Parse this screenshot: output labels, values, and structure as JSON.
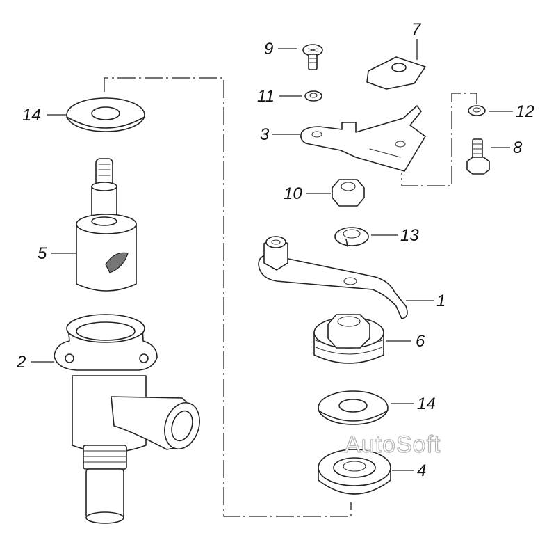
{
  "watermark": "AutoSoft",
  "callouts": [
    {
      "id": "c14a",
      "label": "14"
    },
    {
      "id": "c5",
      "label": "5"
    },
    {
      "id": "c2",
      "label": "2"
    },
    {
      "id": "c9",
      "label": "9"
    },
    {
      "id": "c7",
      "label": "7"
    },
    {
      "id": "c11",
      "label": "11"
    },
    {
      "id": "c3",
      "label": "3"
    },
    {
      "id": "c12",
      "label": "12"
    },
    {
      "id": "c8",
      "label": "8"
    },
    {
      "id": "c10",
      "label": "10"
    },
    {
      "id": "c13",
      "label": "13"
    },
    {
      "id": "c1",
      "label": "1"
    },
    {
      "id": "c6",
      "label": "6"
    },
    {
      "id": "c14b",
      "label": "14"
    },
    {
      "id": "c4",
      "label": "4"
    }
  ],
  "colors": {
    "line": "#222222",
    "background": "#ffffff",
    "watermark": "#b4b4b4"
  }
}
